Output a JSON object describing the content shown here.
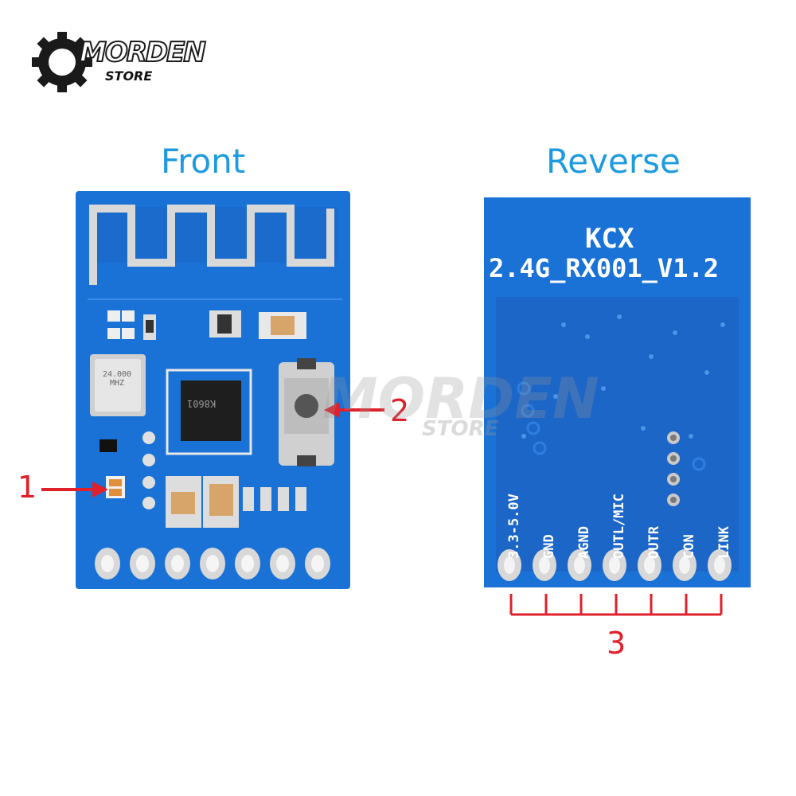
{
  "logo": {
    "brand": "MORDEN",
    "sub": "STORE"
  },
  "labels": {
    "front": "Front",
    "reverse": "Reverse"
  },
  "callouts": {
    "one": "1",
    "two": "2",
    "three": "3"
  },
  "front_board": {
    "crystal": "24.000 MHZ",
    "chip": "K8601"
  },
  "reverse_board": {
    "line1": "KCX",
    "line2": "2.4G_RX001_V1.2",
    "pins": [
      "3.3-5.0V",
      "GND",
      "AGND",
      "OUTL/MIC",
      "OUTR",
      "CON",
      "LINK"
    ]
  },
  "watermark": {
    "brand": "MORDEN",
    "sub": "STORE"
  },
  "colors": {
    "board": "#1a72d6",
    "label_blue": "#1e9be0",
    "callout_red": "#e0202a",
    "copper": "#d9d9d9"
  }
}
